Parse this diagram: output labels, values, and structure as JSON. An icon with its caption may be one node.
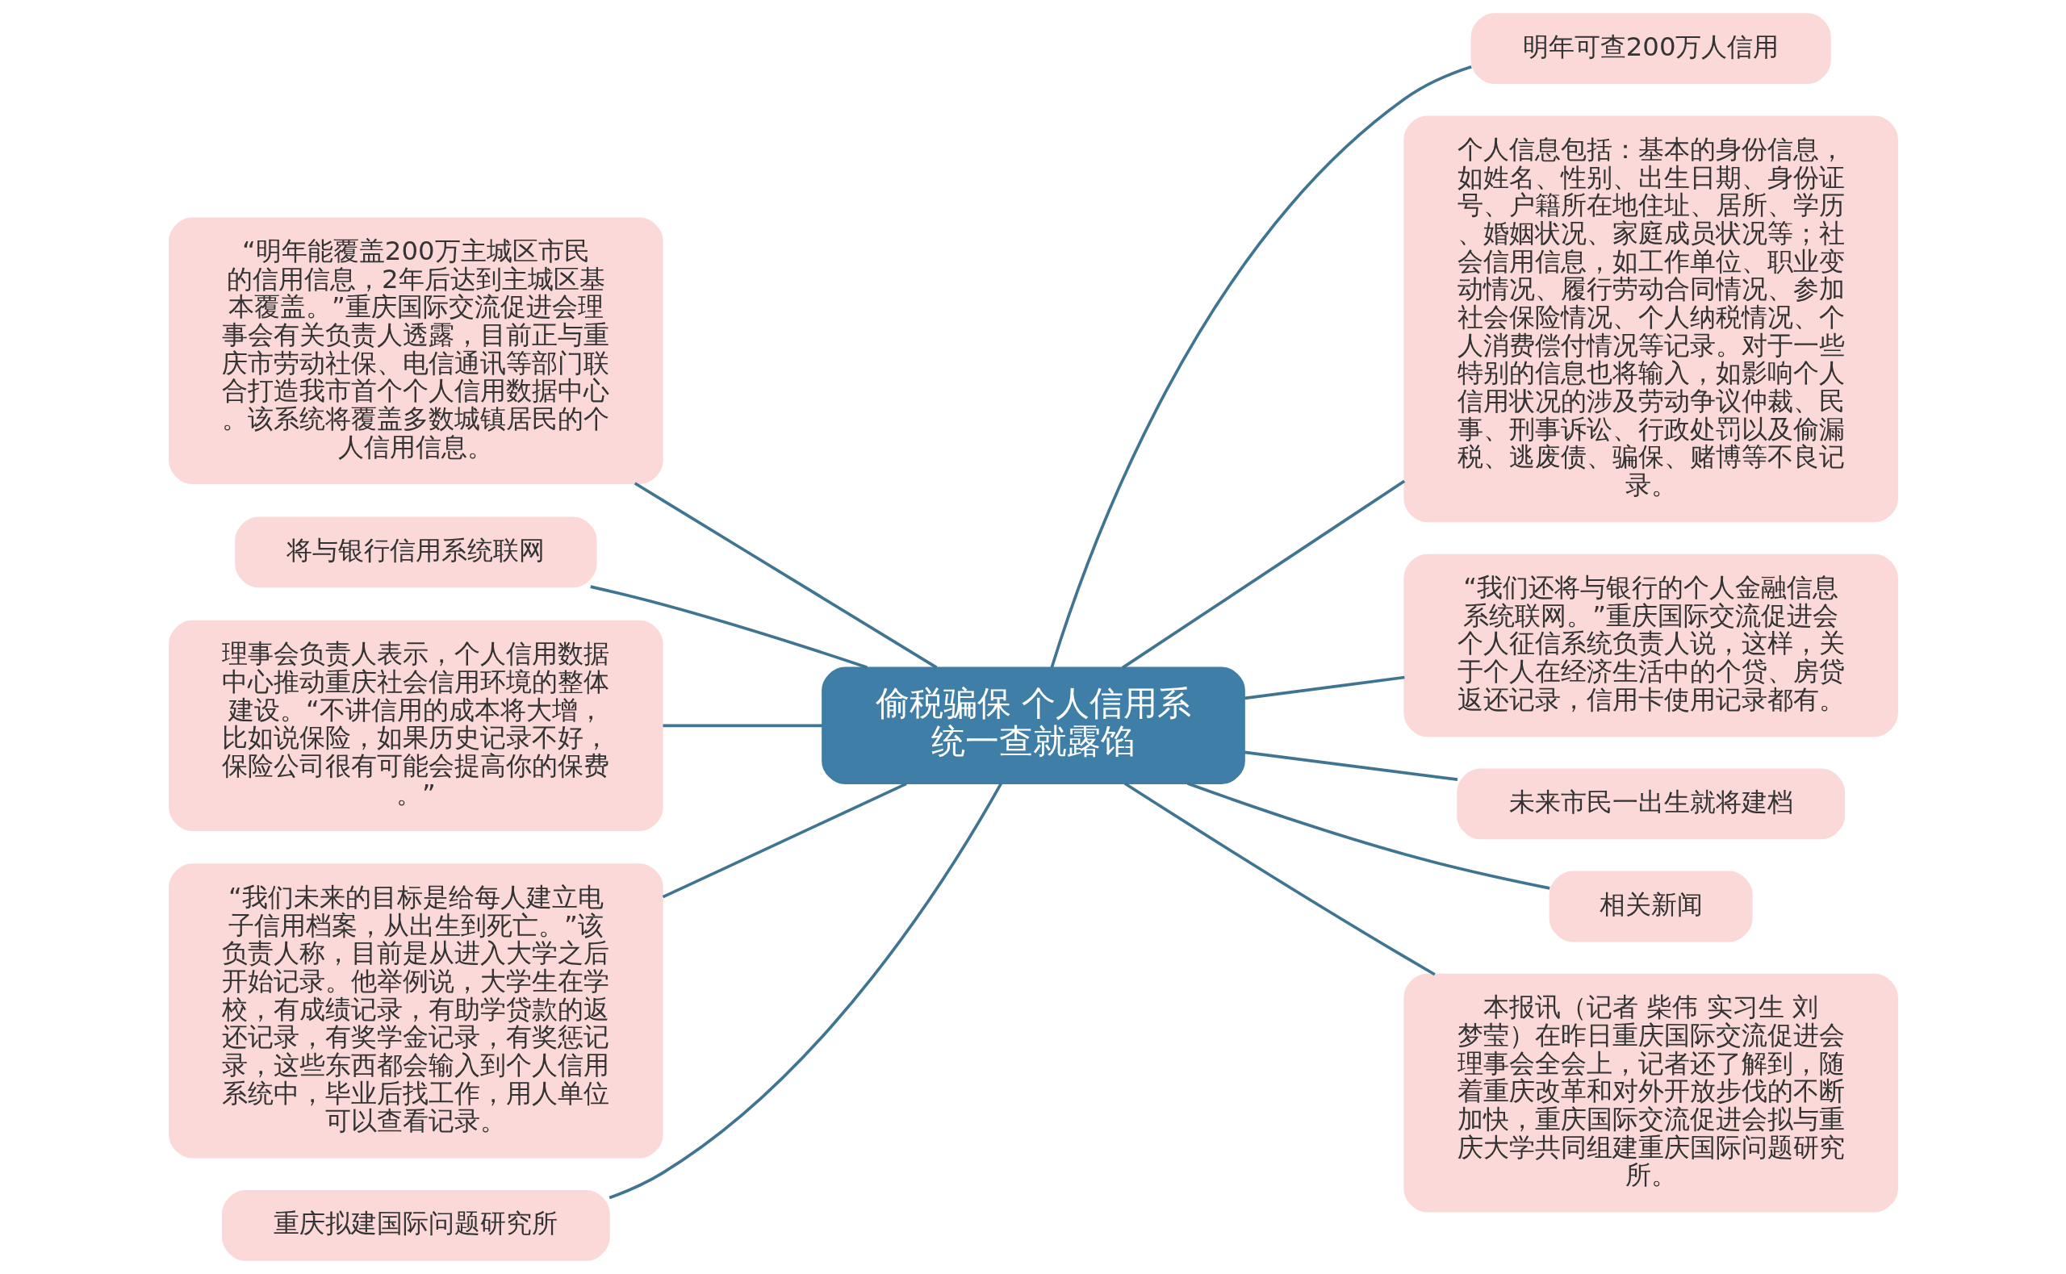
{
  "diagram": {
    "nodes": [
      {
        "text": [
          "偷税骗保 个人信用系统一查就露馅"
        ]
      },
      {
        "text": [
          "明年可查200万人信用"
        ]
      },
      {
        "text": [
          "个人信息包括：基本的身份信息，如姓名、性别、出生日期、身份证号、户籍所在地住址、居所、学历、婚姻状况、家庭成员状况等；社会信用信息，如工作单位、职业变动情况、履行劳动合同情况、参加社会保险情况、个人纳税情况、个人消费偿付情况等记录。对于一些特别的信息也将输入，如影响个人信用状况的涉及劳动争议仲裁、民事、刑事诉讼、行政处罚以及偷漏税、逃废债、骗保、赌博等不良记录。"
        ]
      },
      {
        "text": [
          "“我们还将与银行的个人金融信息系统联网。”重庆国际交流促进会个人征信系统负责人说，这样，关于个人在经济生活中的个贷、房贷返还记录，信用卡使用记录都有。"
        ]
      },
      {
        "text": [
          "未来市民一出生就将建档"
        ]
      },
      {
        "text": [
          "相关新闻"
        ]
      },
      {
        "text": [
          "本报讯（记者 柴伟 实习生 刘梦莹）在昨日重庆国际交流促进会理事会全会上，记者还了解到，随着重庆改革和对外开放步伐的不断加快，重庆国际交流促进会拟与重庆大学共同组建重庆国际问题研究所。"
        ]
      },
      {
        "text": [
          "“明年能覆盖200万主城区市民的信用信息，2年后达到主城区基本覆盖。”重庆国际交流促进会理事会有关负责人透露，目前正与重庆市劳动社保、电信通讯等部门联合打造我市首个个人信用数据中心。该系统将覆盖多数城镇居民的个人信用信息。"
        ]
      },
      {
        "text": [
          "将与银行信用系统联网"
        ]
      },
      {
        "text": [
          "理事会负责人表示，个人信用数据中心推动重庆社会信用环境的整体建设。“不讲信用的成本将大增，比如说保险，如果历史记录不好，保险公司很有可能会提高你的保费。”"
        ]
      },
      {
        "text": [
          "“我们未来的目标是给每人建立电子信用档案，从出生到死亡。”该负责人称，目前是从进入大学之后开始记录。他举例说，大学生在学校，有成绩记录，有助学贷款的返还记录，有奖学金记录，有奖惩记录，这些东西都会输入到个人信用系统中，毕业后找工作，用人单位可以查看记录。"
        ]
      },
      {
        "text": [
          "重庆拟建国际问题研究所"
        ]
      }
    ],
    "edges": [
      {
        "from": 0,
        "to": 1,
        "arrow": "none"
      },
      {
        "from": 0,
        "to": 2,
        "arrow": "none"
      },
      {
        "from": 0,
        "to": 3,
        "arrow": "none"
      },
      {
        "from": 0,
        "to": 4,
        "arrow": "none"
      },
      {
        "from": 0,
        "to": 5,
        "arrow": "none"
      },
      {
        "from": 0,
        "to": 6,
        "arrow": "none"
      },
      {
        "from": 0,
        "to": 7,
        "arrow": "none"
      },
      {
        "from": 0,
        "to": 8,
        "arrow": "none"
      },
      {
        "from": 0,
        "to": 9,
        "arrow": "none"
      },
      {
        "from": 0,
        "to": 10,
        "arrow": "none"
      },
      {
        "from": 0,
        "to": 11,
        "arrow": "none"
      }
    ]
  }
}
